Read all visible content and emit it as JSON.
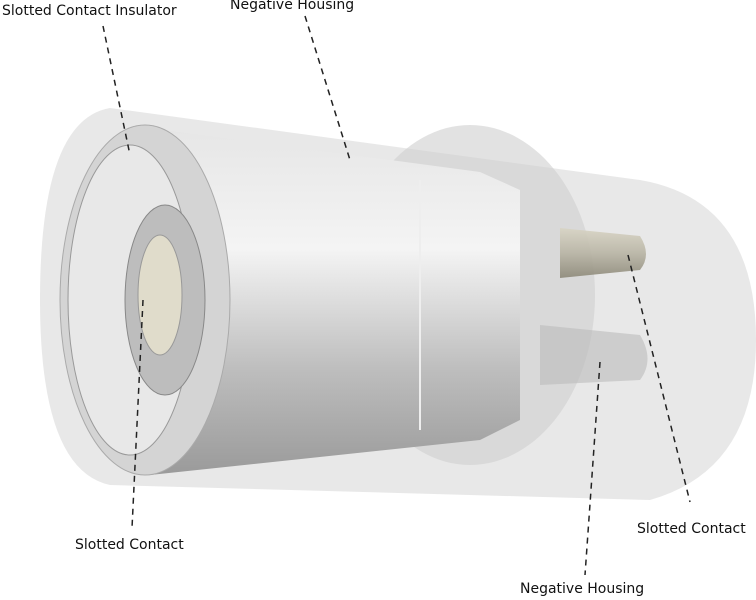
{
  "labels": {
    "slotted_contact_insulator": "Slotted Contact Insulator",
    "negative_housing_top": "Negative Housing",
    "slotted_contact_left": "Slotted Contact",
    "slotted_contact_right": "Slotted Contact",
    "negative_housing_bottom": "Negative Housing"
  },
  "colors": {
    "leader": "#222222",
    "metal": "#c8c8c8",
    "housing": "#d9d9d9"
  }
}
